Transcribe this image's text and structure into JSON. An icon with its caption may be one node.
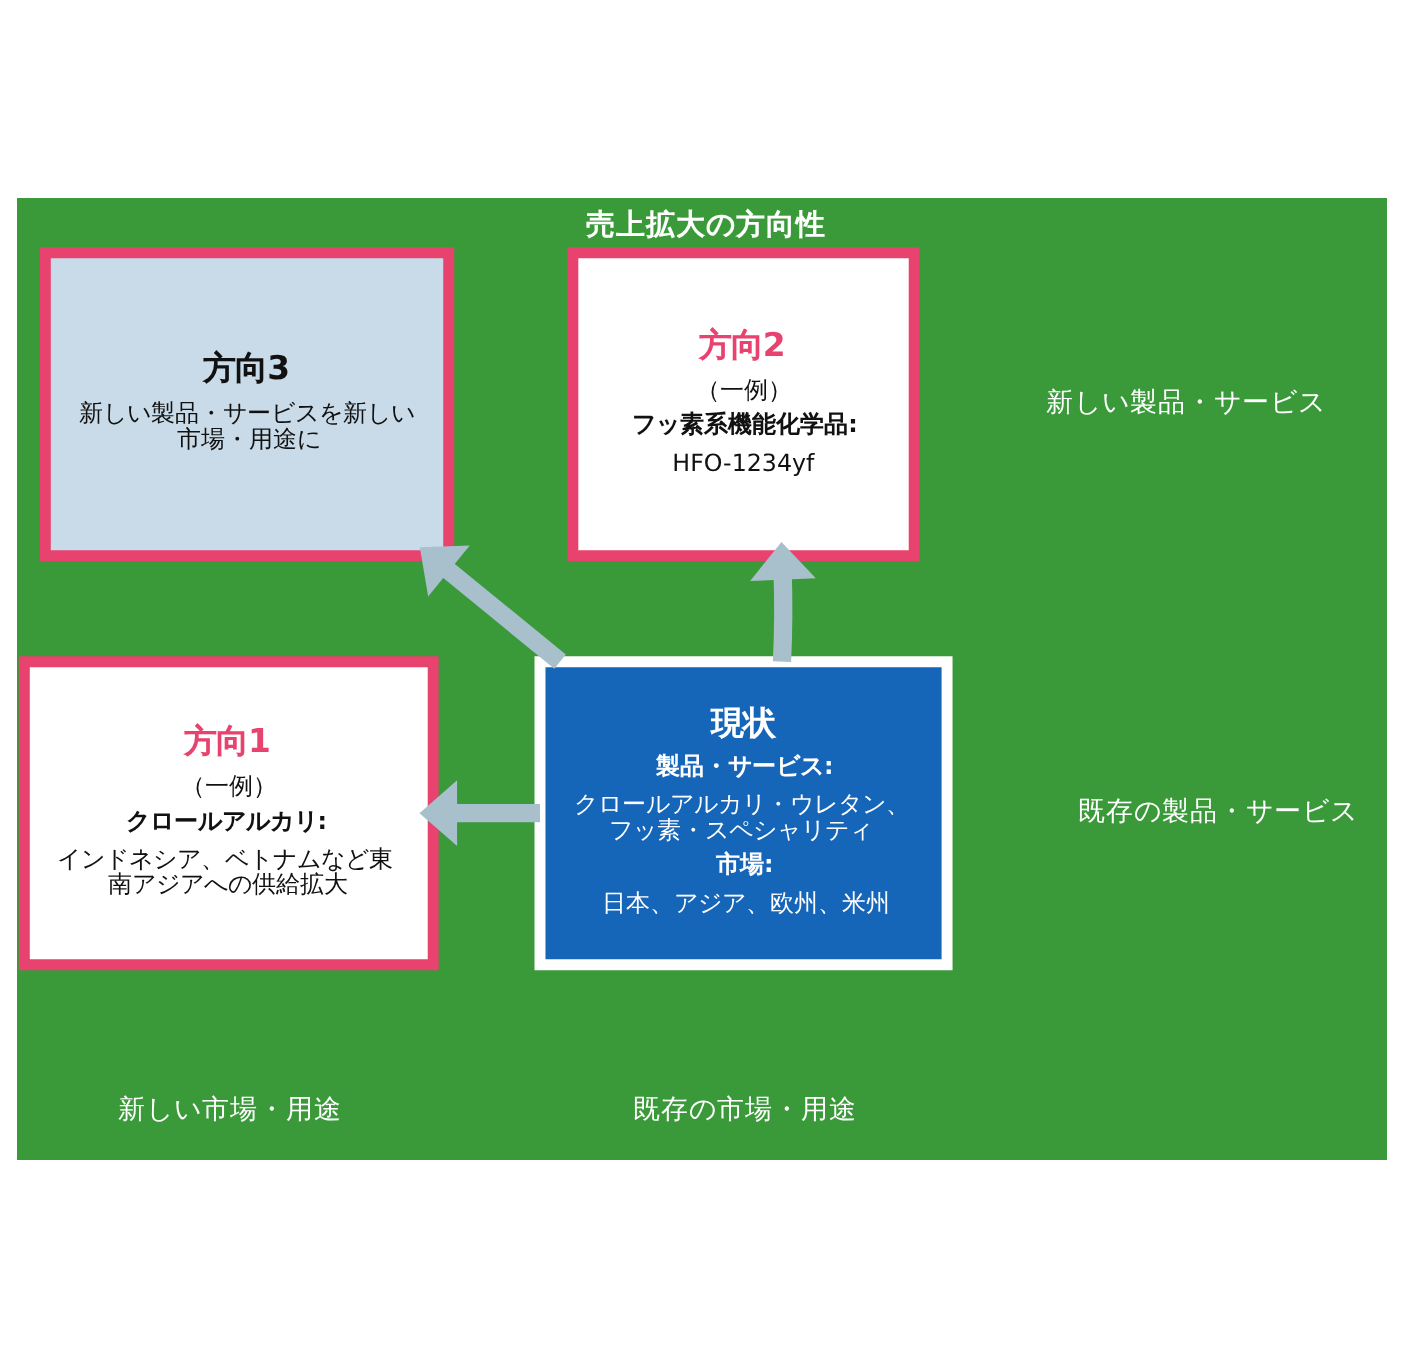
{
  "diagram": {
    "title": "売上拡大の方向性",
    "nodes": [
      {
        "text": [
          "方向2",
          "（一例）",
          "フッ素系機能化学品:",
          "HFO-1234yf"
        ]
      },
      {
        "text": [
          "方向3",
          "新しい製品・サービスを新しい市場・用途に"
        ]
      },
      {
        "text": [
          "現状",
          "製品・サービス:",
          "クロールアルカリ・ウレタン、フッ素・スペシャリティ",
          "市場:",
          "日本、アジア、欧州、米州"
        ]
      },
      {
        "text": [
          "方向1",
          "（一例）",
          "クロールアルカリ:",
          "インドネシア、ベトナムなど東南アジアへの供給拡大"
        ]
      }
    ],
    "edges": [
      {
        "from": 2,
        "to": 0,
        "arrow": "to"
      },
      {
        "from": 2,
        "to": 1,
        "arrow": "to"
      },
      {
        "from": 2,
        "to": 3,
        "arrow": "to"
      }
    ],
    "labels": [
      "新しい製品・サービス",
      "既存の製品・サービス",
      "既存の市場・用途",
      "新しい市場・用途"
    ]
  }
}
